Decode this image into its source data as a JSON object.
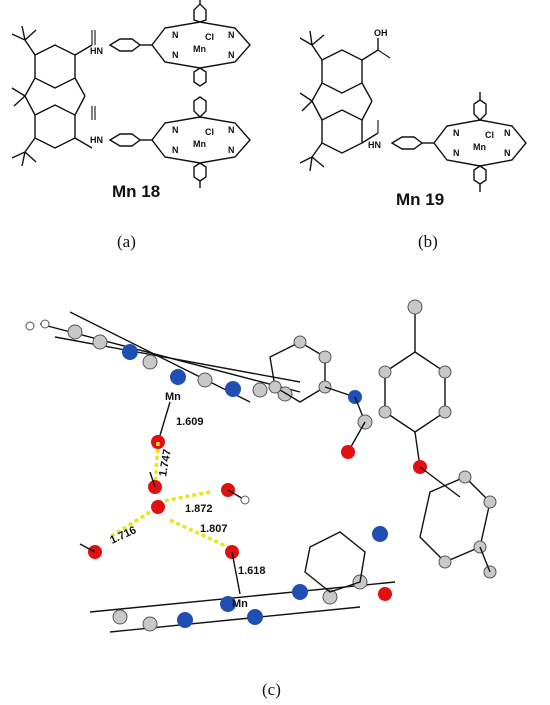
{
  "panel_a": {
    "compound": "Mn 18",
    "caption": "(a)",
    "atoms": {
      "nh": "HN",
      "cl": "Cl",
      "mn": "Mn",
      "n": "N"
    }
  },
  "panel_b": {
    "compound": "Mn 19",
    "caption": "(b)",
    "atoms": {
      "oh": "OH",
      "nh": "HN",
      "cl": "Cl",
      "mn": "Mn",
      "n": "N"
    }
  },
  "panel_c": {
    "caption": "(c)",
    "metal_label": "Mn",
    "distances": [
      "1.609",
      "1.747",
      "1.872",
      "1.716",
      "1.807",
      "1.618"
    ]
  },
  "colors": {
    "carbon": "#c8c8c8",
    "nitrogen": "#1f4fb5",
    "oxygen": "#e01010",
    "hbond": "#e6e61a"
  }
}
